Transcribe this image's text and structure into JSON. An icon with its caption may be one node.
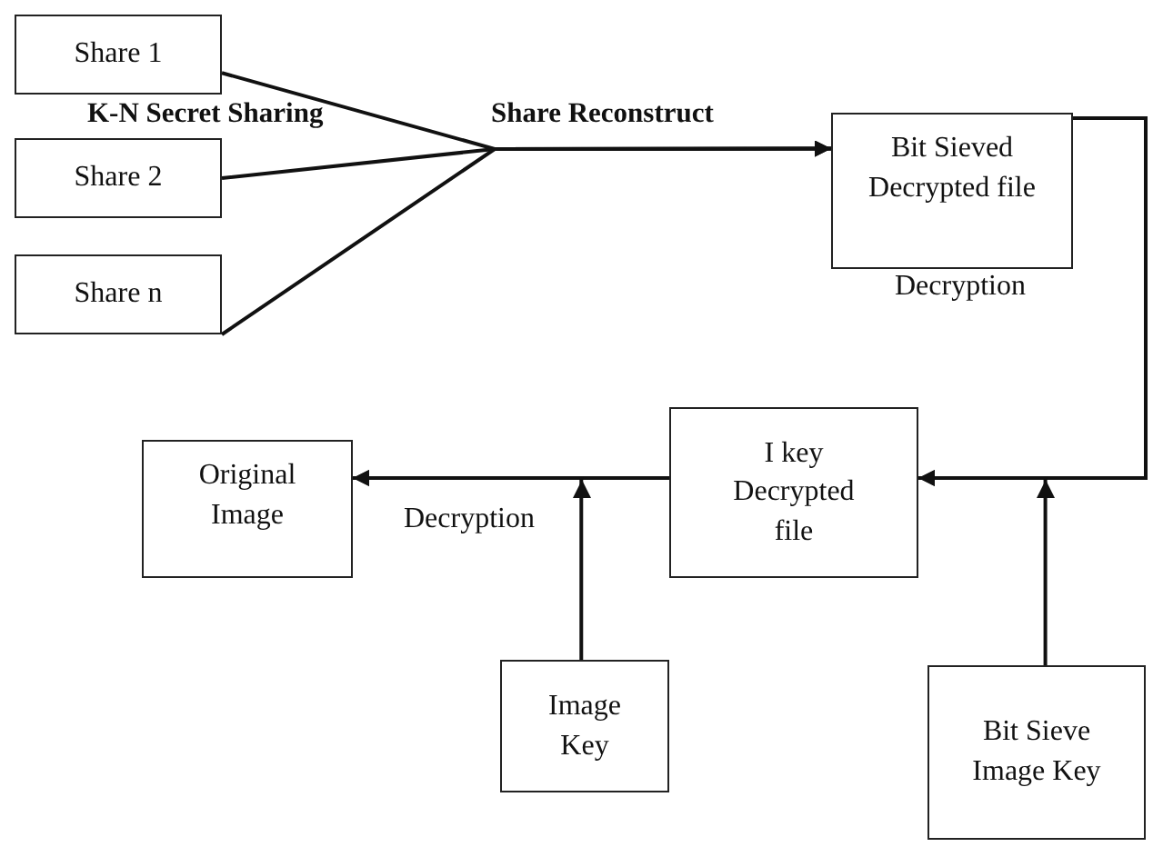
{
  "diagram": {
    "nodes": [
      {
        "text": [
          "Share 1"
        ]
      },
      {
        "text": [
          "Share 2"
        ]
      },
      {
        "text": [
          "Share n"
        ]
      },
      {
        "text": [
          "Bit Sieved Decrypted file"
        ]
      },
      {
        "text": [
          "I key Decrypted file"
        ]
      },
      {
        "text": [
          "Original Image"
        ]
      },
      {
        "text": [
          "Image Key"
        ]
      },
      {
        "text": [
          "Bit Sieve Image Key"
        ]
      }
    ],
    "edges": [
      {
        "from": 0,
        "to": 3,
        "arrow": "to"
      },
      {
        "from": 1,
        "to": 3,
        "arrow": "to"
      },
      {
        "from": 2,
        "to": 3,
        "arrow": "to"
      },
      {
        "from": 3,
        "to": 4,
        "arrow": "to"
      },
      {
        "from": 7,
        "to": 4,
        "arrow": "to"
      },
      {
        "from": 4,
        "to": 5,
        "arrow": "to"
      },
      {
        "from": 6,
        "to": 5,
        "arrow": "to"
      }
    ],
    "labels": [
      "K-N Secret Sharing",
      "Share Reconstruct",
      "Decryption",
      "Decryption"
    ]
  }
}
